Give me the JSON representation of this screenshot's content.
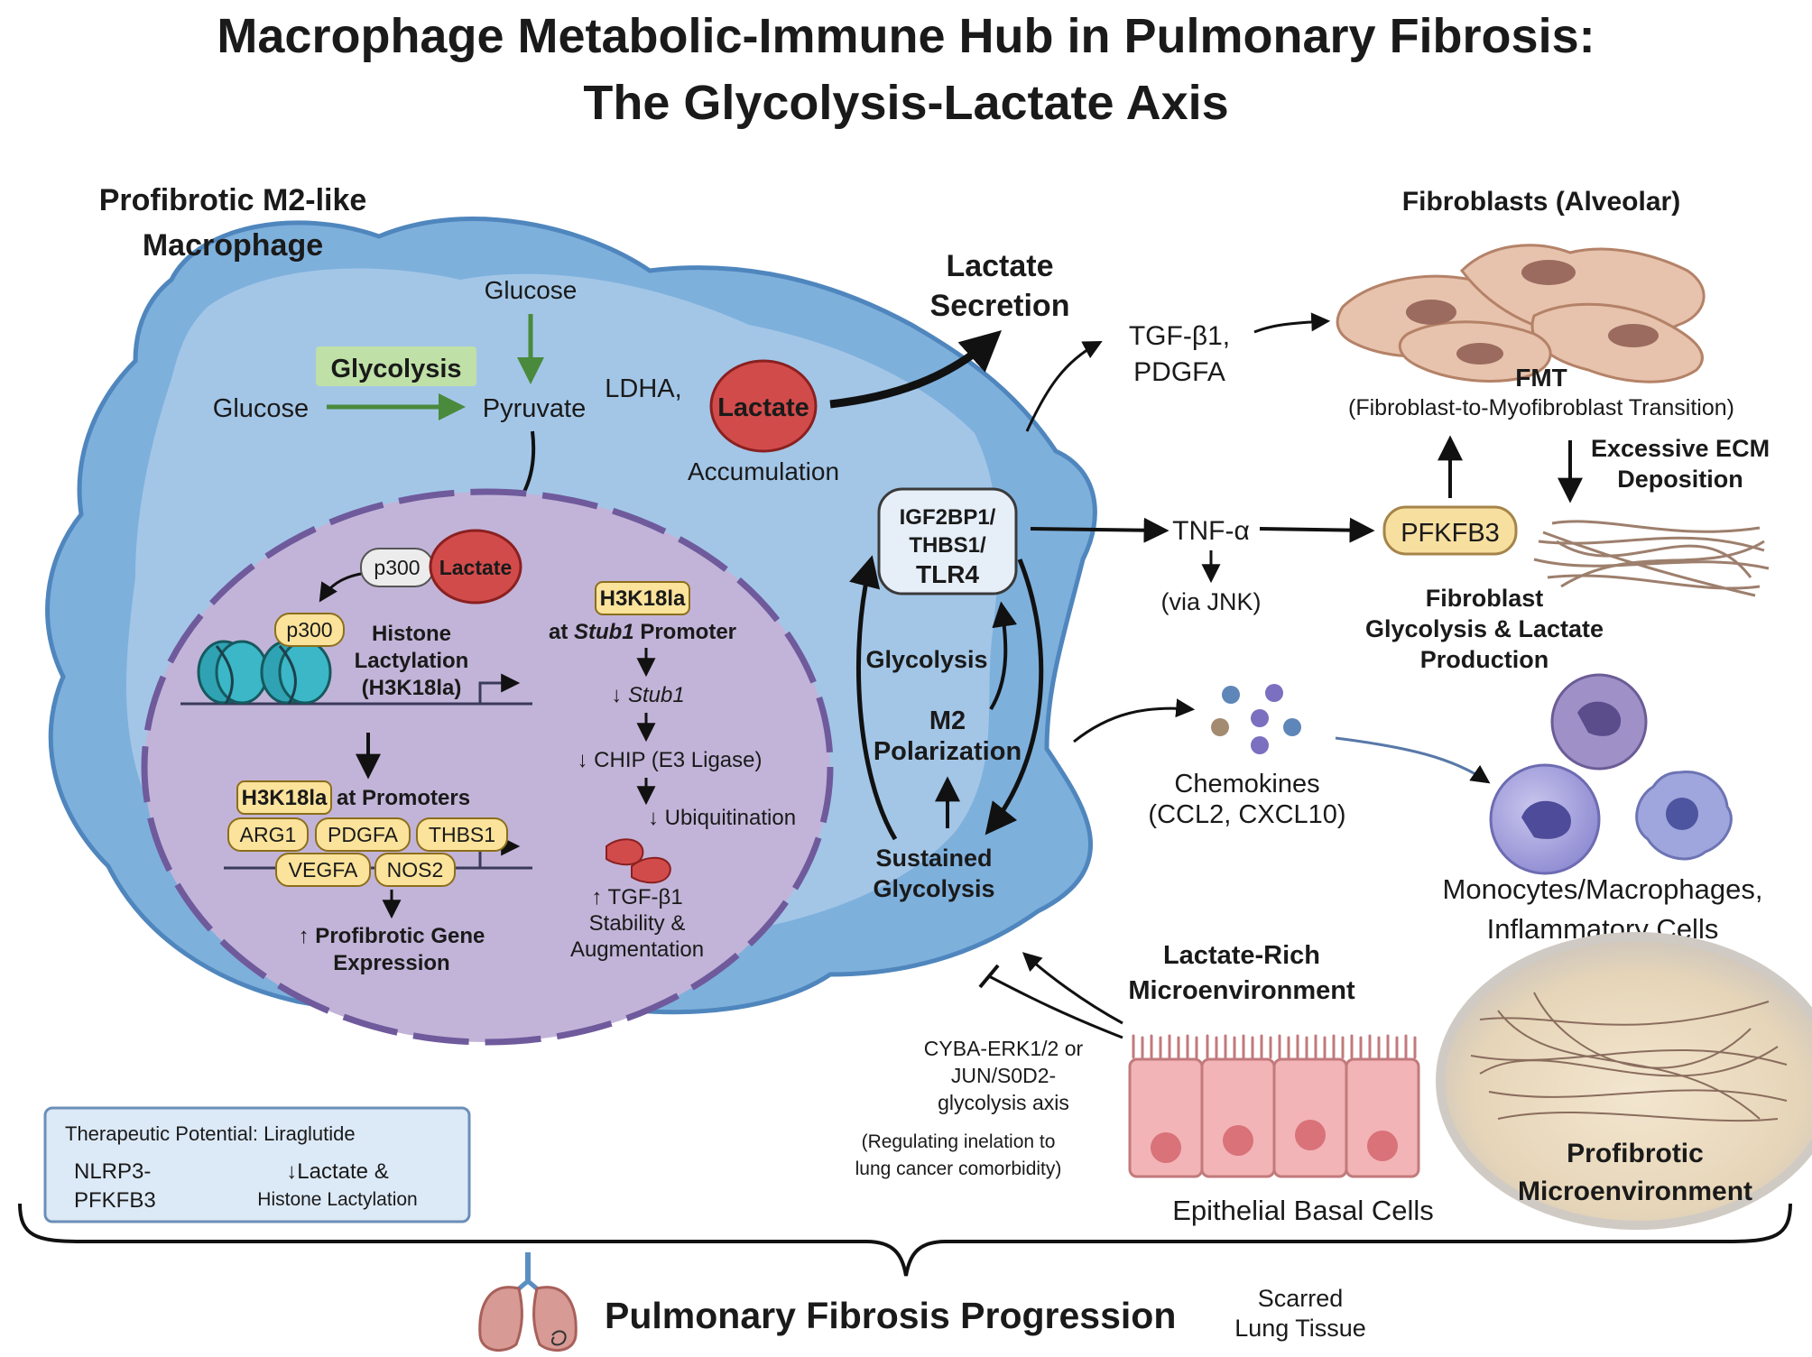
{
  "title": {
    "line1": "Macrophage Metabolic-Immune Hub in Pulmonary Fibrosis:",
    "line2": "The Glycolysis-Lactate Axis"
  },
  "macrophage": {
    "label_line1": "Profibrotic M2-like",
    "label_line2": "Macrophage",
    "glucose_top": "Glucose",
    "glucose_left": "Glucose",
    "glycolysis_tag": "Glycolysis",
    "pyruvate": "Pyruvate",
    "ldha": "LDHA,",
    "lactate": "Lactate",
    "accumulation": "Accumulation",
    "secretion_line1": "Lactate",
    "secretion_line2": "Secretion"
  },
  "nucleus": {
    "p300_a": "p300",
    "lactate": "Lactate",
    "p300_b": "p300",
    "histone_line1": "Histone",
    "histone_line2": "Lactylation",
    "histone_line3": "(H3K18la)",
    "h3k18la_promoters": "H3K18la",
    "at_promoters": "at Promoters",
    "genes": [
      "ARG1",
      "PDGFA",
      "THBS1",
      "VEGFA",
      "NOS2"
    ],
    "profibrotic_line1": "↑ Profibrotic Gene",
    "profibrotic_line2": "Expression",
    "h3k18la_stub": "H3K18la",
    "stub_prefix": "at ",
    "stub_gene": "Stub1",
    "stub_suffix": " Promoter",
    "down_stub_arrow": "↓ ",
    "down_stub_gene": "Stub1",
    "down_chip": "↓ CHIP (E3 Ligase)",
    "down_ubiq": "↓ Ubiquitination",
    "tgf_line1": "↑ TGF-β1",
    "tgf_line2": "Stability &",
    "tgf_line3": "Augmentation"
  },
  "loop": {
    "receptor_line1": "IGF2BP1/",
    "receptor_line2": "THBS1/",
    "receptor_line3": "TLR4",
    "glycolysis": "Glycolysis",
    "m2_line1": "M2",
    "m2_line2": "Polarization",
    "sustained_line1": "Sustained",
    "sustained_line2": "Glycolysis"
  },
  "fibroblasts": {
    "label": "Fibroblasts (Alveolar)",
    "tgf_line1": "TGF-β1,",
    "tgf_line2": "PDGFA",
    "fmt": "FMT",
    "fmt_full": "(Fibroblast-to-Myofibroblast Transition)",
    "ecm_line1": "Excessive ECM",
    "ecm_line2": "Deposition",
    "tnf": "TNF-α",
    "via_jnk": "(via JNK)",
    "pfkfb3": "PFKFB3",
    "fg_line1": "Fibroblast",
    "fg_line2": "Glycolysis & Lactate",
    "fg_line3": "Production"
  },
  "chemokines": {
    "line1": "Chemokines",
    "line2": "(CCL2, CXCL10)",
    "mono_line1": "Monocytes/Macrophages,",
    "mono_line2": "Inflammatory Cells"
  },
  "micro": {
    "profibrotic_line1": "Profibrotic",
    "profibrotic_line2": "Microenvironment",
    "lactate_rich_line1": "Lactate-Rich",
    "lactate_rich_line2": "Microenvironment",
    "cyba_line1": "CYBA-ERK1/2 or",
    "cyba_line2": "JUN/S0D2-",
    "cyba_line3": "glycolysis axis",
    "reg_line1": "(Regulating inelation to",
    "reg_line2": "lung cancer comorbidity)",
    "epithelial": "Epithelial Basal Cells"
  },
  "therapy": {
    "title": "Therapeutic Potential: Liraglutide",
    "left_line1": "NLRP3-",
    "left_line2": "PFKFB3",
    "right_line1": "↓Lactate &",
    "right_line2": "Histone Lactylation"
  },
  "bottom": {
    "progression": "Pulmonary Fibrosis Progression",
    "scarred_line1": "Scarred",
    "scarred_line2": "Lung Tissue"
  },
  "colors": {
    "cell_outer": "#7eb0dc",
    "cell_inner": "#a7c9e8",
    "nucleus": "#c2b4d8",
    "nucleus_border": "#6f5a9c",
    "lactate_red": "#d24b4b",
    "glycolysis_green": "#4a8a3c",
    "gene_yellow": "#fbe39b",
    "pfkfb3_fill": "#f7dfa0",
    "fibroblast": "#e7c3ad",
    "epithelial": "#f2b4b6",
    "therapy_box": "#dce9f6"
  }
}
